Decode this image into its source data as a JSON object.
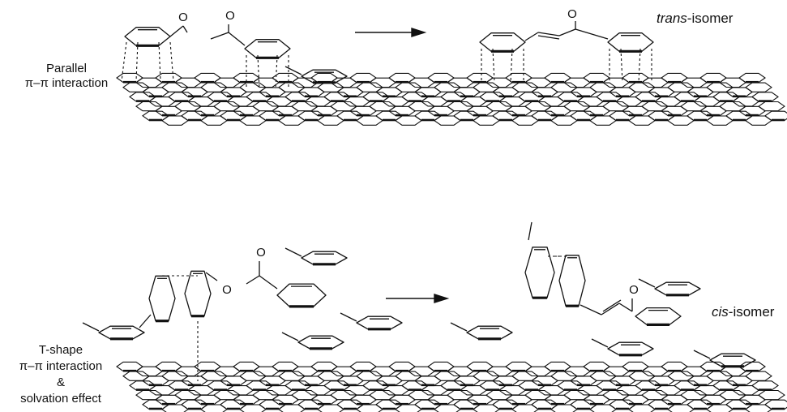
{
  "top_panel": {
    "label_line1": "Parallel",
    "label_line2": "π–π interaction",
    "product_italic": "trans",
    "product_suffix": "-isomer"
  },
  "bottom_panel": {
    "label_line1": "T-shape",
    "label_line2": "π–π interaction",
    "label_line3": "&",
    "label_line4": "solvation effect",
    "product_italic": "cis",
    "product_suffix": "-isomer"
  },
  "atoms": {
    "oxygen": "O"
  }
}
